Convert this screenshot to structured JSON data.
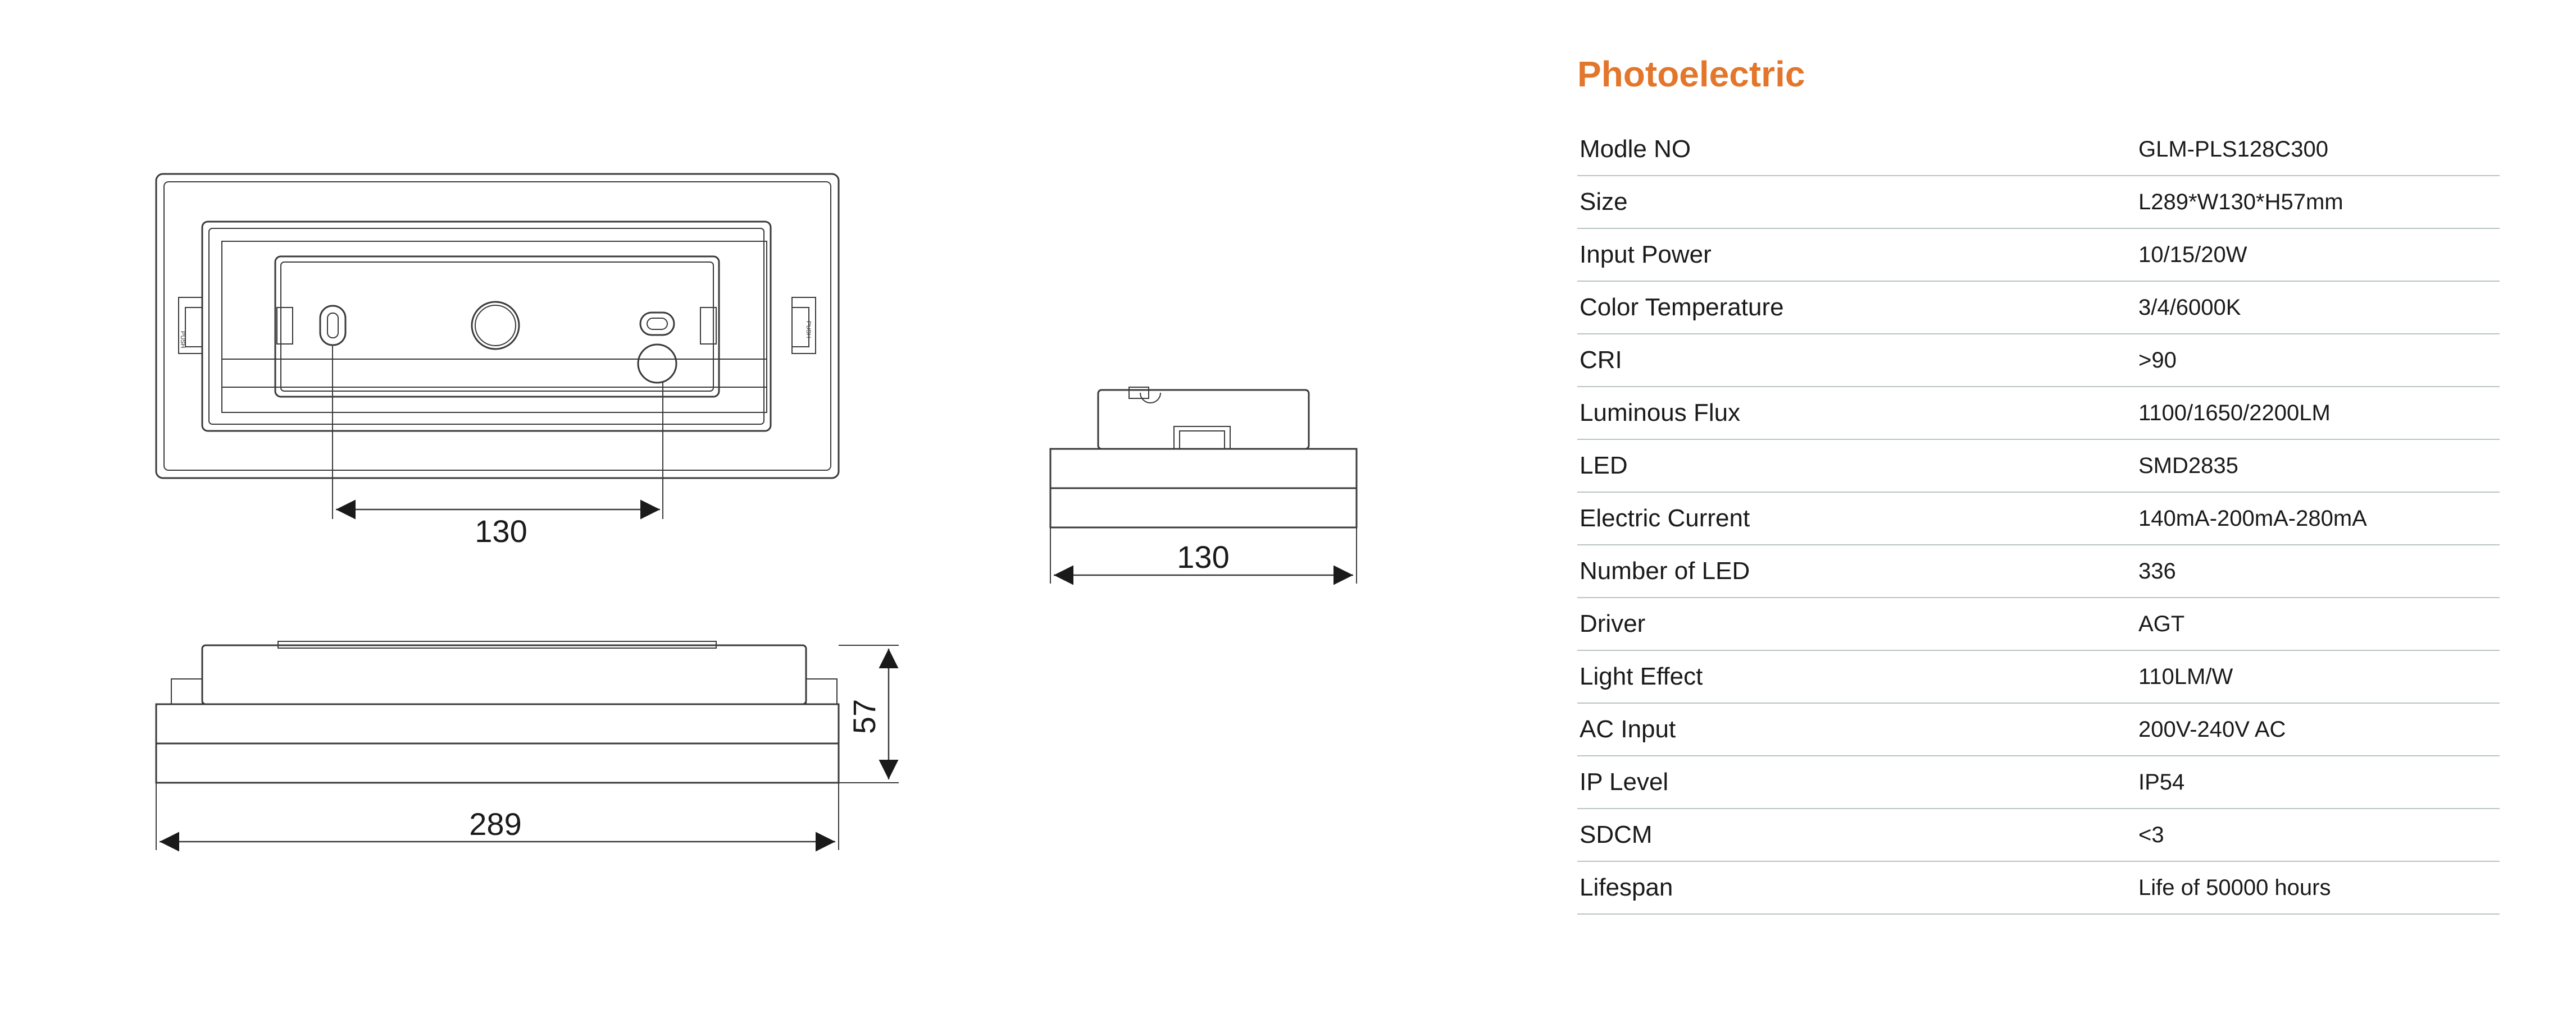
{
  "drawings": {
    "front_width_dim": "130",
    "side_width_dim": "130",
    "bottom_length_dim": "289",
    "bottom_height_dim": "57",
    "clip_label_left": "PUSH",
    "clip_label_right": "PUSH"
  },
  "specs": {
    "title": "Photoelectric",
    "rows": [
      {
        "label": "Modle NO",
        "value": "GLM-PLS128C300"
      },
      {
        "label": "Size",
        "value": "L289*W130*H57mm"
      },
      {
        "label": "Input Power",
        "value": "10/15/20W"
      },
      {
        "label": "Color Temperature",
        "value": "3/4/6000K"
      },
      {
        "label": "CRI",
        "value": ">90"
      },
      {
        "label": "Luminous Flux",
        "value": "1100/1650/2200LM"
      },
      {
        "label": "LED",
        "value": "SMD2835"
      },
      {
        "label": "Electric Current",
        "value": "140mA-200mA-280mA"
      },
      {
        "label": "Number of LED",
        "value": "336"
      },
      {
        "label": "Driver",
        "value": "AGT"
      },
      {
        "label": "Light Effect",
        "value": "110LM/W"
      },
      {
        "label": "AC Input",
        "value": "200V-240V AC"
      },
      {
        "label": "IP Level",
        "value": "IP54"
      },
      {
        "label": "SDCM",
        "value": "<3"
      },
      {
        "label": "Lifespan",
        "value": "Life of 50000 hours"
      }
    ]
  }
}
